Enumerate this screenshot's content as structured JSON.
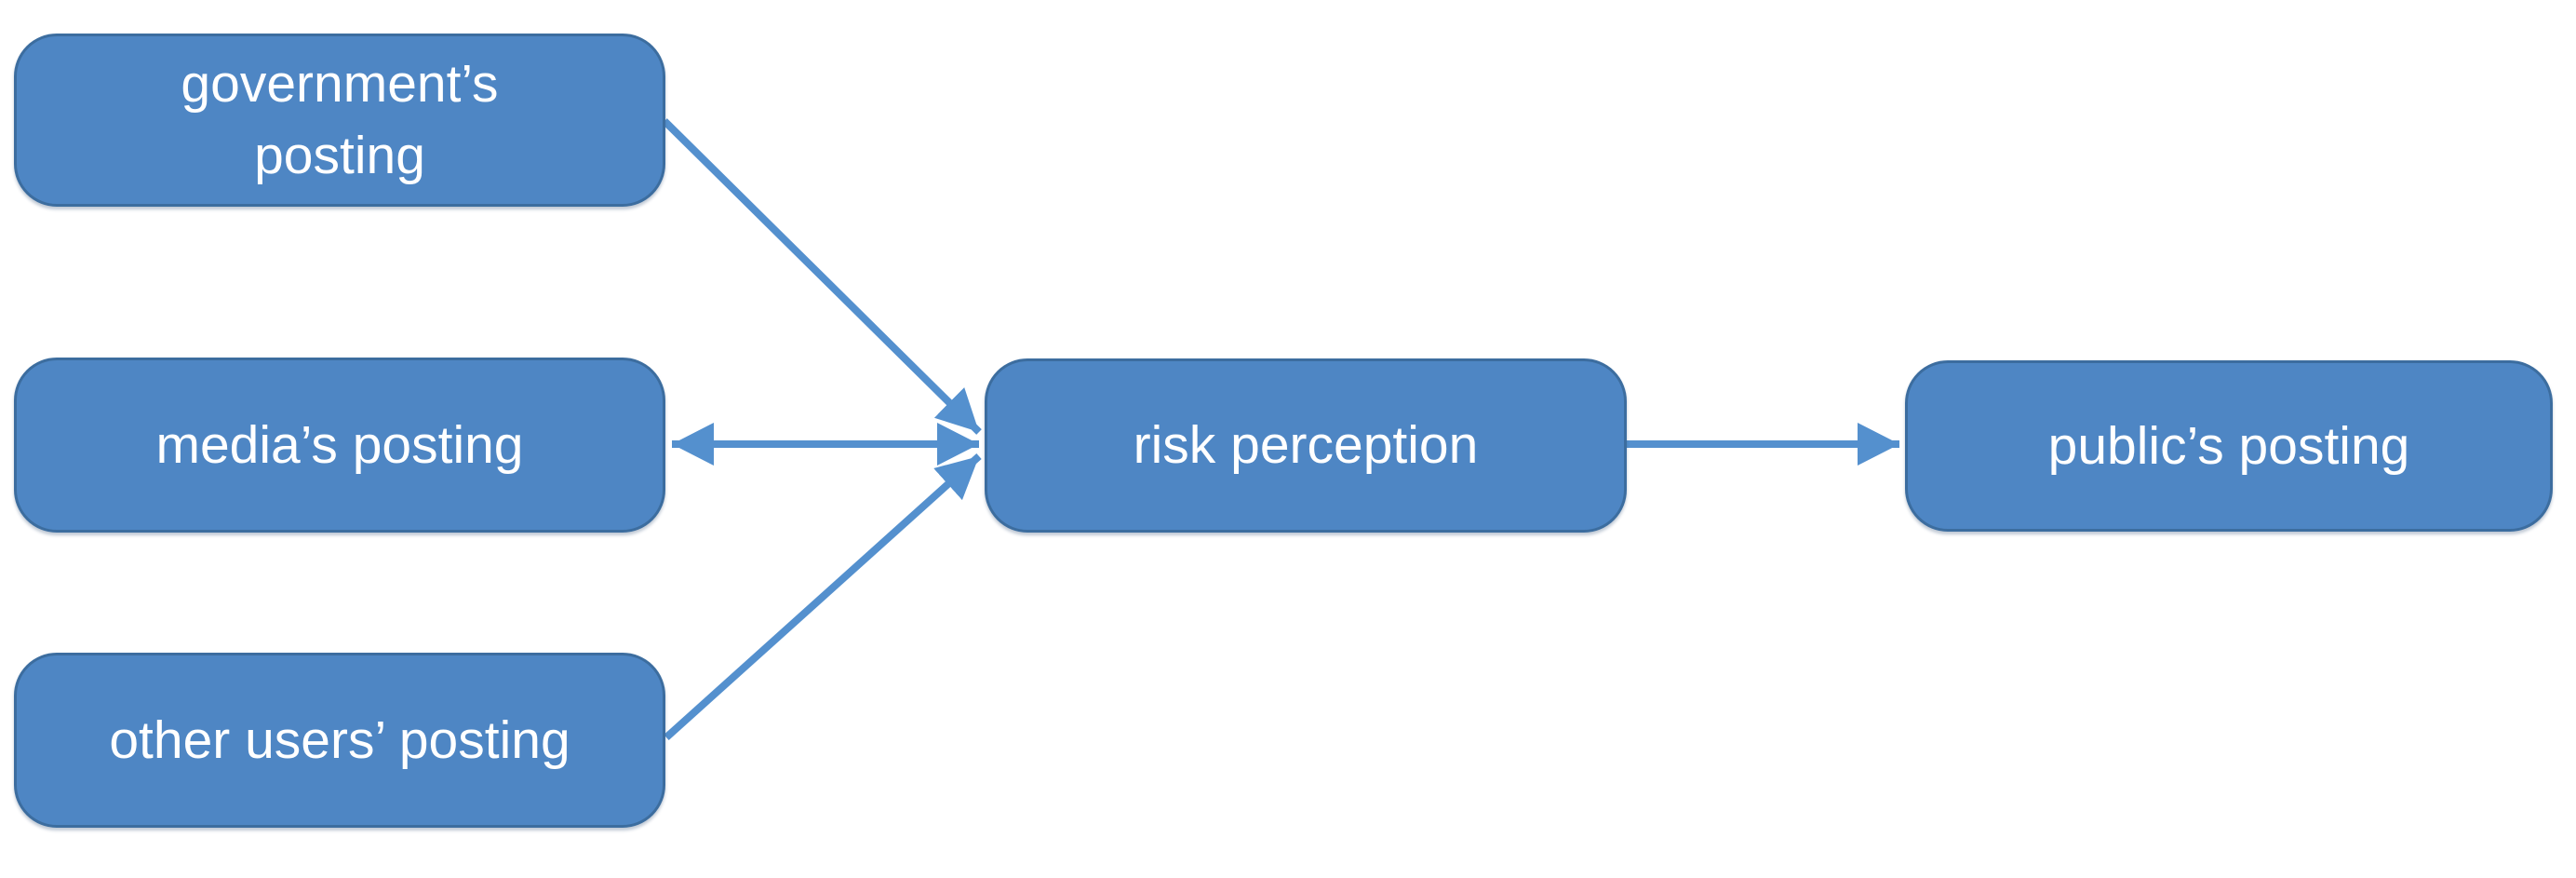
{
  "diagram": {
    "nodes": [
      {
        "id": "government-posting",
        "label": "government’s posting"
      },
      {
        "id": "media-posting",
        "label": "media’s posting"
      },
      {
        "id": "other-users-posting",
        "label": "other users’ posting"
      },
      {
        "id": "risk-perception",
        "label": "risk perception"
      },
      {
        "id": "public-posting",
        "label": "public’s posting"
      }
    ],
    "edges": [
      {
        "from": "government-posting",
        "to": "risk-perception",
        "direction": "one-way"
      },
      {
        "from": "media-posting",
        "to": "risk-perception",
        "direction": "two-way"
      },
      {
        "from": "other-users-posting",
        "to": "risk-perception",
        "direction": "one-way"
      },
      {
        "from": "risk-perception",
        "to": "public-posting",
        "direction": "one-way"
      }
    ]
  },
  "colors": {
    "node_fill": "#4E86C4",
    "node_border": "#3C6D9F",
    "arrow": "#5490CE",
    "label_text": "#FFFFFF",
    "background": "#FFFFFF"
  }
}
